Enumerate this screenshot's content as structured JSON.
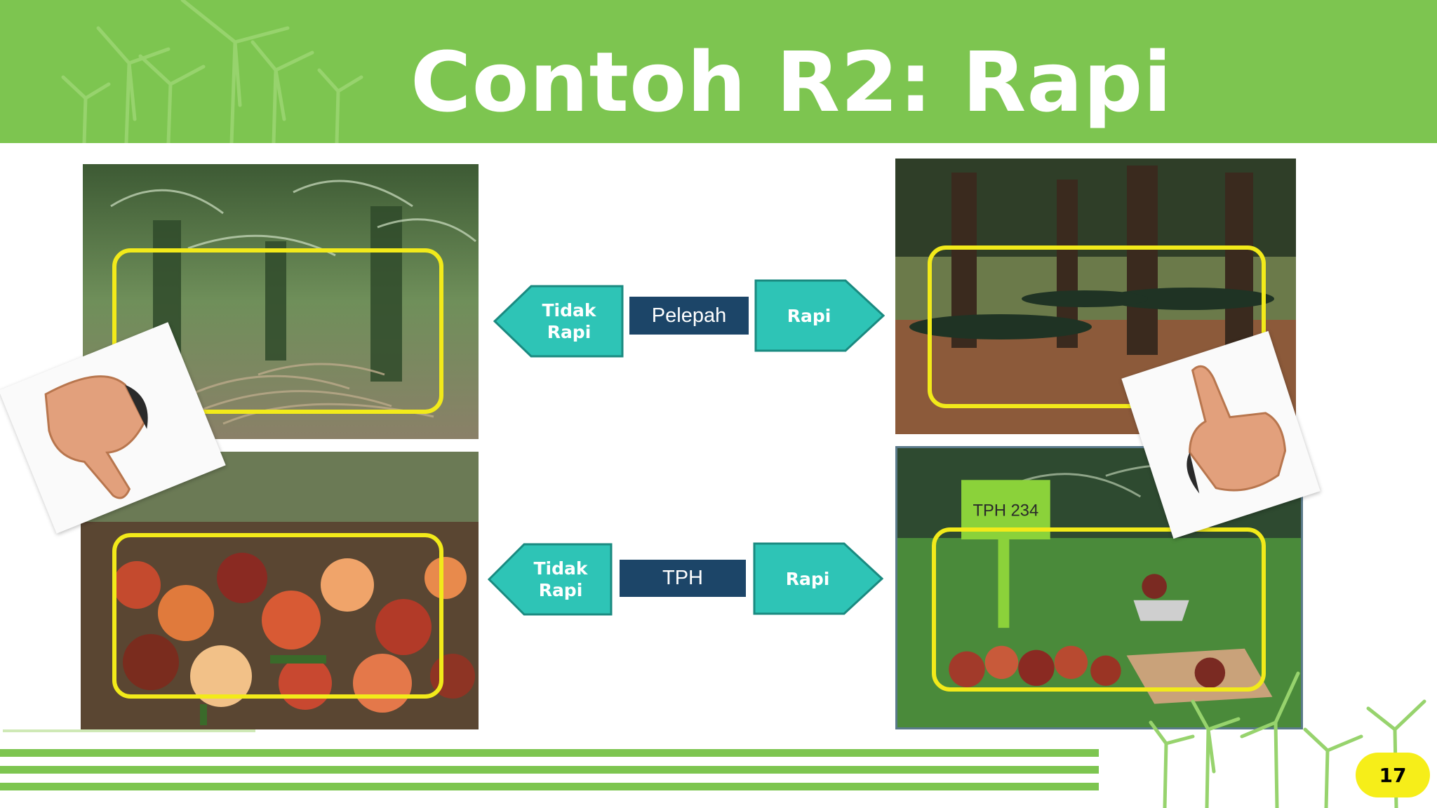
{
  "slide": {
    "title": "Contoh R2: Rapi",
    "page_number": "17"
  },
  "rows": [
    {
      "category": "Pelepah",
      "left_label": "Tidak\nRapi",
      "right_label": "Rapi"
    },
    {
      "category": "TPH",
      "left_label": "Tidak\nRapi",
      "right_label": "Rapi"
    }
  ],
  "photos": {
    "tph_sign_text": "TPH 234"
  },
  "colors": {
    "header_green": "#7dc550",
    "arrow_teal": "#2ec4b6",
    "arrow_border": "#1a8a80",
    "label_navy": "#1c4568",
    "highlight_yellow": "#f2ea1a",
    "page_badge": "#f6ee19"
  },
  "icons": {
    "thumbs_down": "thumbs-down-icon",
    "thumbs_up": "thumbs-up-icon",
    "wind_turbines": "wind-turbine-icon"
  }
}
